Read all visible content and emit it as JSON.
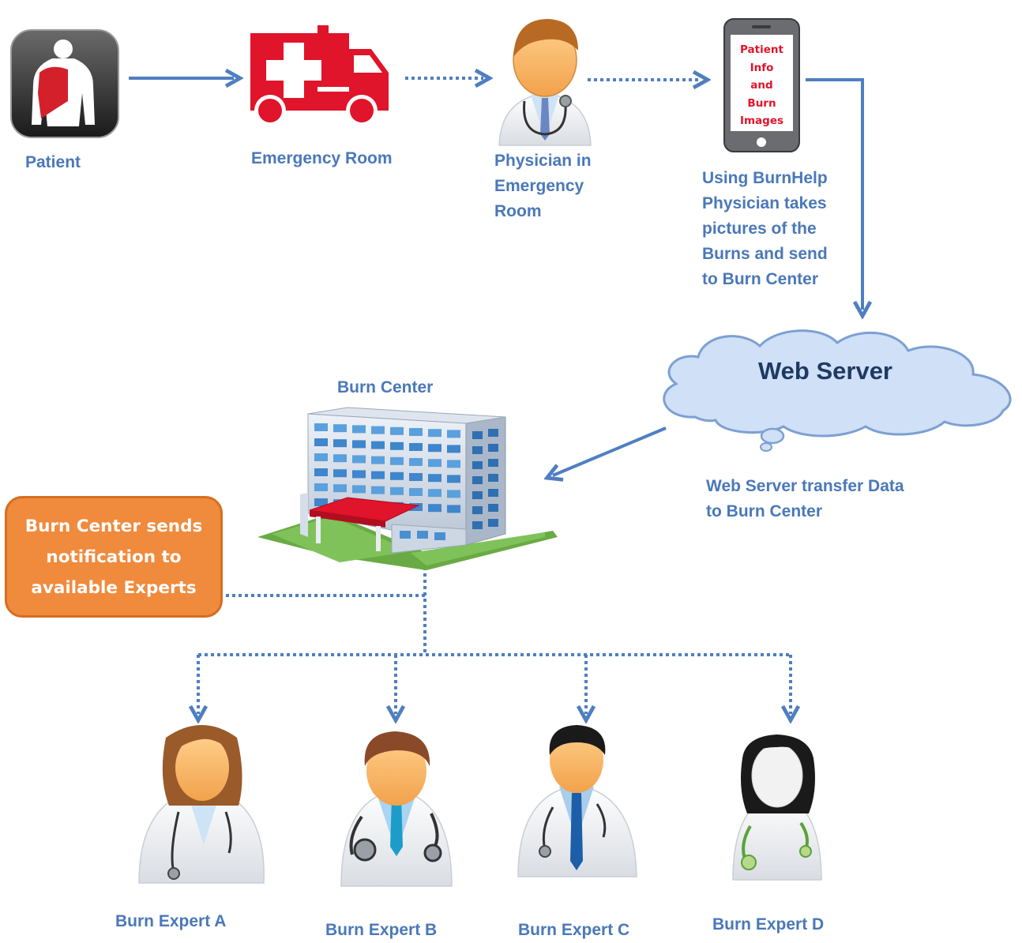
{
  "diagram": {
    "nodes": {
      "patient": {
        "label": "Patient",
        "icon": "patient-body-icon"
      },
      "emergency_room": {
        "label": "Emergency Room",
        "icon": "ambulance-icon"
      },
      "physician": {
        "lines": [
          "Physician in",
          "Emergency",
          "Room"
        ],
        "icon": "physician-icon"
      },
      "phone": {
        "screen_lines": [
          "Patient",
          "Info",
          "and",
          "Burn",
          "Images"
        ],
        "icon": "smartphone-icon"
      },
      "burnhelp_caption": {
        "lines": [
          "Using BurnHelp",
          "Physician takes",
          "pictures of the",
          "Burns and send",
          "to Burn Center"
        ]
      },
      "web_server": {
        "label": "Web Server",
        "icon": "cloud-icon"
      },
      "web_server_caption": {
        "lines": [
          "Web Server transfer Data",
          "to Burn Center"
        ]
      },
      "burn_center": {
        "label": "Burn Center",
        "icon": "hospital-building-icon"
      },
      "notification_box": {
        "lines": [
          "Burn Center sends",
          "notification to",
          "available Experts"
        ]
      },
      "experts": [
        {
          "label": "Burn Expert A",
          "icon": "female-doctor-icon"
        },
        {
          "label": "Burn Expert B",
          "icon": "male-doctor-stethoscope-icon"
        },
        {
          "label": "Burn Expert C",
          "icon": "male-doctor-tie-icon"
        },
        {
          "label": "Burn Expert D",
          "icon": "female-doctor-silhouette-icon"
        }
      ]
    },
    "edges": [
      {
        "from": "patient",
        "to": "emergency_room",
        "style": "solid"
      },
      {
        "from": "emergency_room",
        "to": "physician",
        "style": "dotted"
      },
      {
        "from": "physician",
        "to": "phone",
        "style": "dotted"
      },
      {
        "from": "phone",
        "to": "web_server",
        "style": "solid"
      },
      {
        "from": "web_server",
        "to": "burn_center",
        "style": "solid"
      },
      {
        "from": "burn_center",
        "to": "notification_box",
        "style": "dotted"
      },
      {
        "from": "burn_center",
        "to": "experts",
        "style": "dotted"
      }
    ]
  },
  "colors": {
    "label_blue": "#4a78b8",
    "arrow_blue": "#4f7fc0",
    "ambulance_red": "#e0142a",
    "orange_box": "#f08a3c",
    "cloud_fill": "#cfe0f7",
    "cloud_title": "#1f3964"
  }
}
